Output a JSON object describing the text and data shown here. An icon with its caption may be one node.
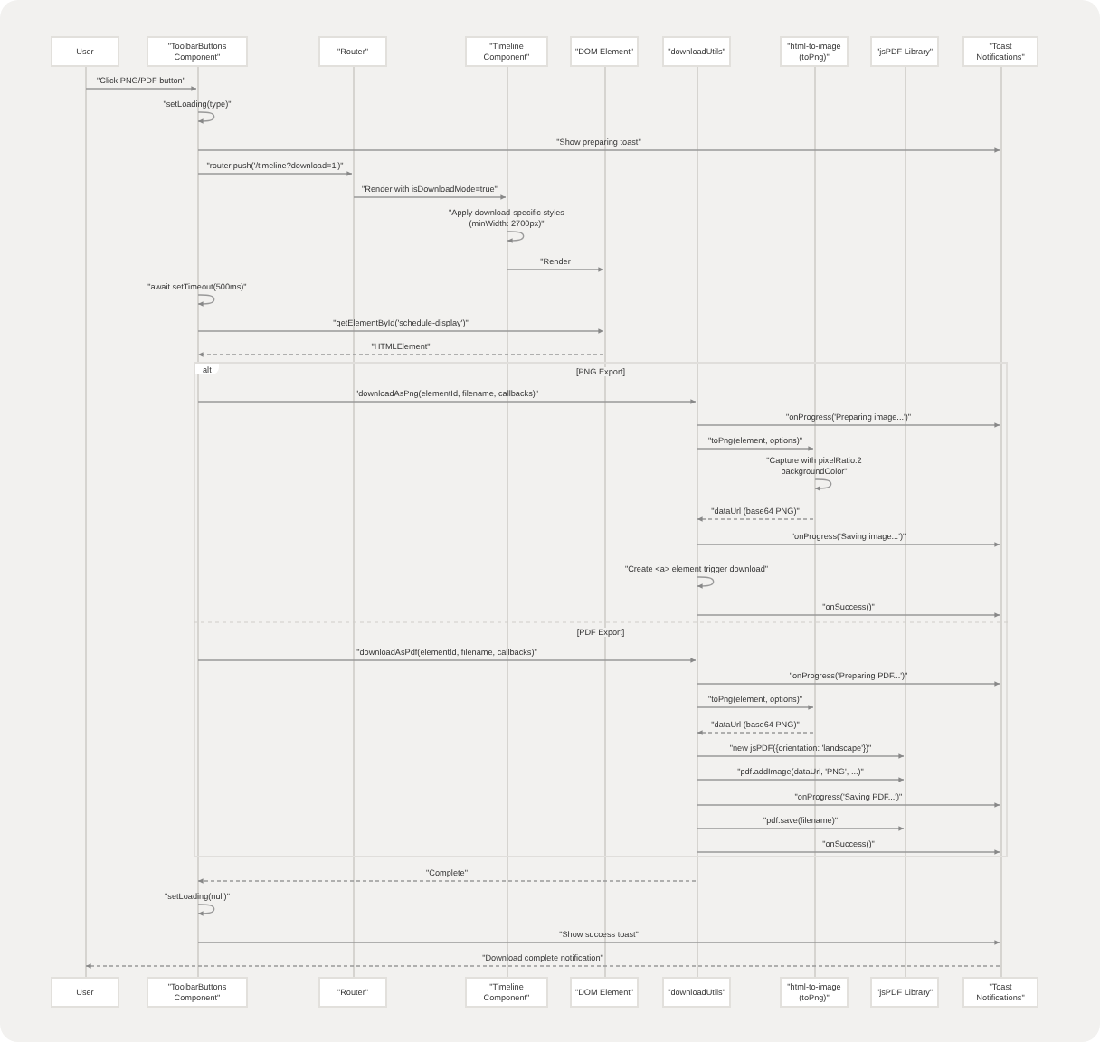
{
  "diagram": {
    "nodes": [
      {
        "text": [
          "User"
        ]
      },
      {
        "text": [
          "\"ToolbarButtons Component\""
        ]
      },
      {
        "text": [
          "\"Router\""
        ]
      },
      {
        "text": [
          "\"Timeline Component\""
        ]
      },
      {
        "text": [
          "\"DOM Element\""
        ]
      },
      {
        "text": [
          "\"downloadUtils\""
        ]
      },
      {
        "text": [
          "\"html-to-image (toPng)\""
        ]
      },
      {
        "text": [
          "\"jsPDF Library\""
        ]
      },
      {
        "text": [
          "\"Toast Notifications\""
        ]
      },
      {
        "text": [
          "User"
        ]
      },
      {
        "text": [
          "\"ToolbarButtons Component\""
        ]
      },
      {
        "text": [
          "\"Router\""
        ]
      },
      {
        "text": [
          "\"Timeline Component\""
        ]
      },
      {
        "text": [
          "\"DOM Element\""
        ]
      },
      {
        "text": [
          "\"downloadUtils\""
        ]
      },
      {
        "text": [
          "\"html-to-image (toPng)\""
        ]
      },
      {
        "text": [
          "\"jsPDF Library\""
        ]
      },
      {
        "text": [
          "\"Toast Notifications\""
        ]
      },
      {
        "text": [],
        "shape": "bar"
      },
      {
        "text": [],
        "shape": "bar"
      },
      {
        "text": [],
        "shape": "bar"
      },
      {
        "text": [],
        "shape": "bar"
      },
      {
        "text": [],
        "shape": "bar"
      },
      {
        "text": [],
        "shape": "bar"
      },
      {
        "text": [],
        "shape": "bar"
      },
      {
        "text": [],
        "shape": "bar"
      },
      {
        "text": [],
        "shape": "bar"
      }
    ],
    "edges": [
      {
        "from": 18,
        "to": 19,
        "arrow": "to",
        "label": "\"Click PNG/PDF button\""
      },
      {
        "from": 19,
        "to": 19,
        "arrow": "to",
        "label": "\"setLoading(type)\""
      },
      {
        "from": 19,
        "to": 26,
        "arrow": "to",
        "label": "\"Show preparing toast\""
      },
      {
        "from": 19,
        "to": 20,
        "arrow": "to",
        "label": "\"router.push('/timeline?download=1')\""
      },
      {
        "from": 20,
        "to": 21,
        "arrow": "to",
        "label": "\"Render with isDownloadMode=true\""
      },
      {
        "from": 21,
        "to": 21,
        "arrow": "to",
        "label": "\"Apply download-specific styles (minWidth: 2700px)\""
      },
      {
        "from": 21,
        "to": 22,
        "arrow": "to",
        "label": "\"Render"
      },
      {
        "from": 19,
        "to": 19,
        "arrow": "to",
        "label": "\"await setTimeout(500ms)\""
      },
      {
        "from": 19,
        "to": 22,
        "arrow": "to",
        "label": "\"getElementById('schedule-display')\""
      },
      {
        "from": 22,
        "to": 19,
        "arrow": "to",
        "label": "\"HTMLElement\"",
        "style": "dashed"
      },
      {
        "from": 19,
        "to": 23,
        "arrow": "to",
        "label": "\"downloadAsPng(elementId, filename, callbacks)\""
      },
      {
        "from": 23,
        "to": 26,
        "arrow": "to",
        "label": "\"onProgress('Preparing image...')\""
      },
      {
        "from": 23,
        "to": 24,
        "arrow": "to",
        "label": "\"toPng(element, options)\""
      },
      {
        "from": 24,
        "to": 24,
        "arrow": "to",
        "label": "\"Capture with pixelRatio:2 backgroundColor\""
      },
      {
        "from": 24,
        "to": 23,
        "arrow": "to",
        "label": "\"dataUrl (base64 PNG)\"",
        "style": "dashed"
      },
      {
        "from": 23,
        "to": 26,
        "arrow": "to",
        "label": "\"onProgress('Saving image...')\""
      },
      {
        "from": 23,
        "to": 23,
        "arrow": "to",
        "label": "\"Create <a> element trigger download\""
      },
      {
        "from": 23,
        "to": 26,
        "arrow": "to",
        "label": "\"onSuccess()\""
      },
      {
        "from": 19,
        "to": 23,
        "arrow": "to",
        "label": "\"downloadAsPdf(elementId, filename, callbacks)\""
      },
      {
        "from": 23,
        "to": 26,
        "arrow": "to",
        "label": "\"onProgress('Preparing PDF...')\""
      },
      {
        "from": 23,
        "to": 24,
        "arrow": "to",
        "label": "\"toPng(element, options)\""
      },
      {
        "from": 24,
        "to": 23,
        "arrow": "to",
        "label": "\"dataUrl (base64 PNG)\"",
        "style": "dashed"
      },
      {
        "from": 23,
        "to": 25,
        "arrow": "to",
        "label": "\"new jsPDF({orientation: 'landscape'})\""
      },
      {
        "from": 23,
        "to": 25,
        "arrow": "to",
        "label": "\"pdf.addImage(dataUrl, 'PNG', ...)\""
      },
      {
        "from": 23,
        "to": 26,
        "arrow": "to",
        "label": "\"onProgress('Saving PDF...')\""
      },
      {
        "from": 23,
        "to": 25,
        "arrow": "to",
        "label": "\"pdf.save(filename)\""
      },
      {
        "from": 23,
        "to": 26,
        "arrow": "to",
        "label": "\"onSuccess()\""
      },
      {
        "from": 23,
        "to": 19,
        "arrow": "to",
        "label": "\"Complete\"",
        "style": "dashed"
      },
      {
        "from": 19,
        "to": 19,
        "arrow": "to",
        "label": "\"setLoading(null)\""
      },
      {
        "from": 19,
        "to": 26,
        "arrow": "to",
        "label": "\"Show success toast\""
      },
      {
        "from": 26,
        "to": 18,
        "arrow": "to",
        "label": "\"Download complete notification\"",
        "style": "dashed"
      }
    ],
    "labels": [
      "alt",
      "[PNG Export]",
      "[PDF Export]"
    ]
  }
}
